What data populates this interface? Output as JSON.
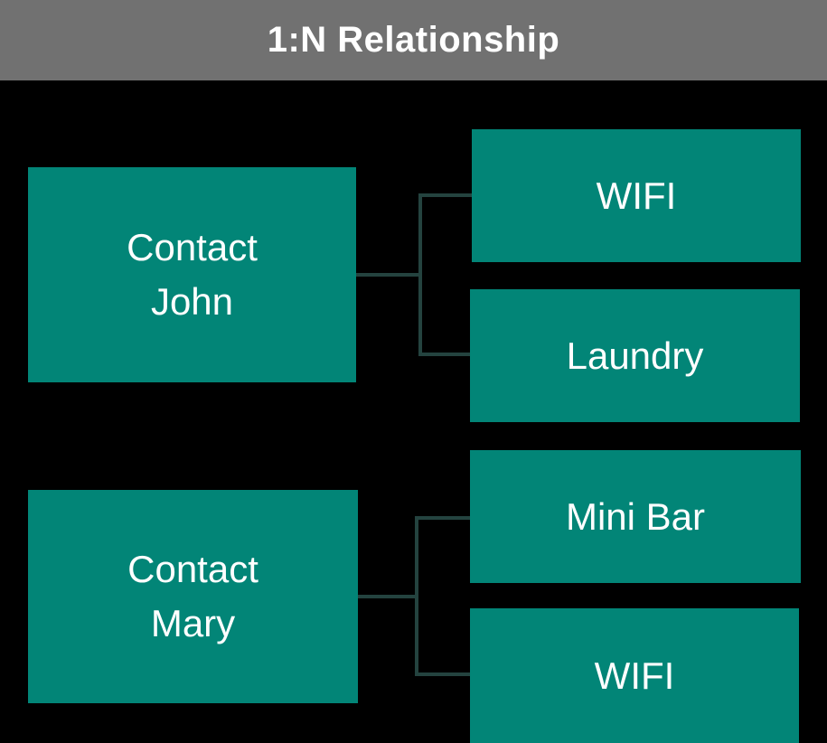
{
  "header": {
    "title": "1:N Relationship"
  },
  "diagram": {
    "relationship_type": "1:N",
    "groups": [
      {
        "parent": {
          "label": "Contact\nJohn"
        },
        "children": [
          {
            "label": "WIFI"
          },
          {
            "label": "Laundry"
          }
        ]
      },
      {
        "parent": {
          "label": "Contact\nMary"
        },
        "children": [
          {
            "label": "Mini Bar"
          },
          {
            "label": "WIFI"
          }
        ]
      }
    ]
  },
  "colors": {
    "background": "#000000",
    "header_bg": "#717171",
    "header_text": "#ffffff",
    "node_bg": "#028577",
    "node_text": "#ffffff",
    "connector": "#24433f"
  }
}
